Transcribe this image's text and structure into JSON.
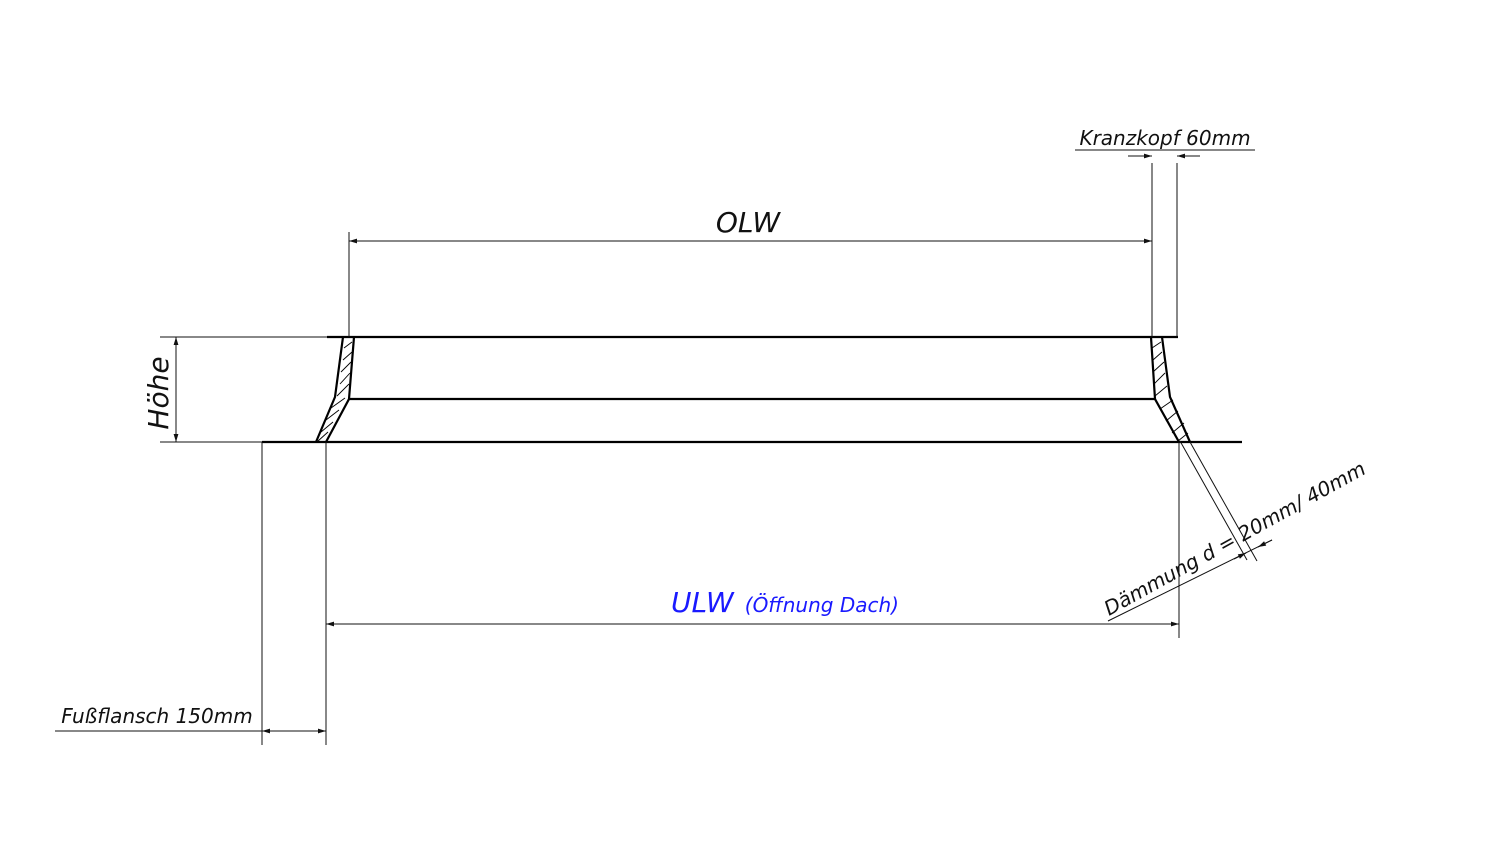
{
  "diagram": {
    "labels": {
      "olw": "OLW",
      "ulw": "ULW",
      "ulw_note": "(Öffnung Dach)",
      "hoehe": "Höhe",
      "kranzkopf": "Kranzkopf 60mm",
      "fussflansch": "Fußflansch 150mm",
      "daemmung": "Dämmung d = 20mm/ 40mm"
    },
    "colors": {
      "line": "#000000",
      "text": "#111111",
      "ulw_text": "#1a1aff"
    }
  }
}
